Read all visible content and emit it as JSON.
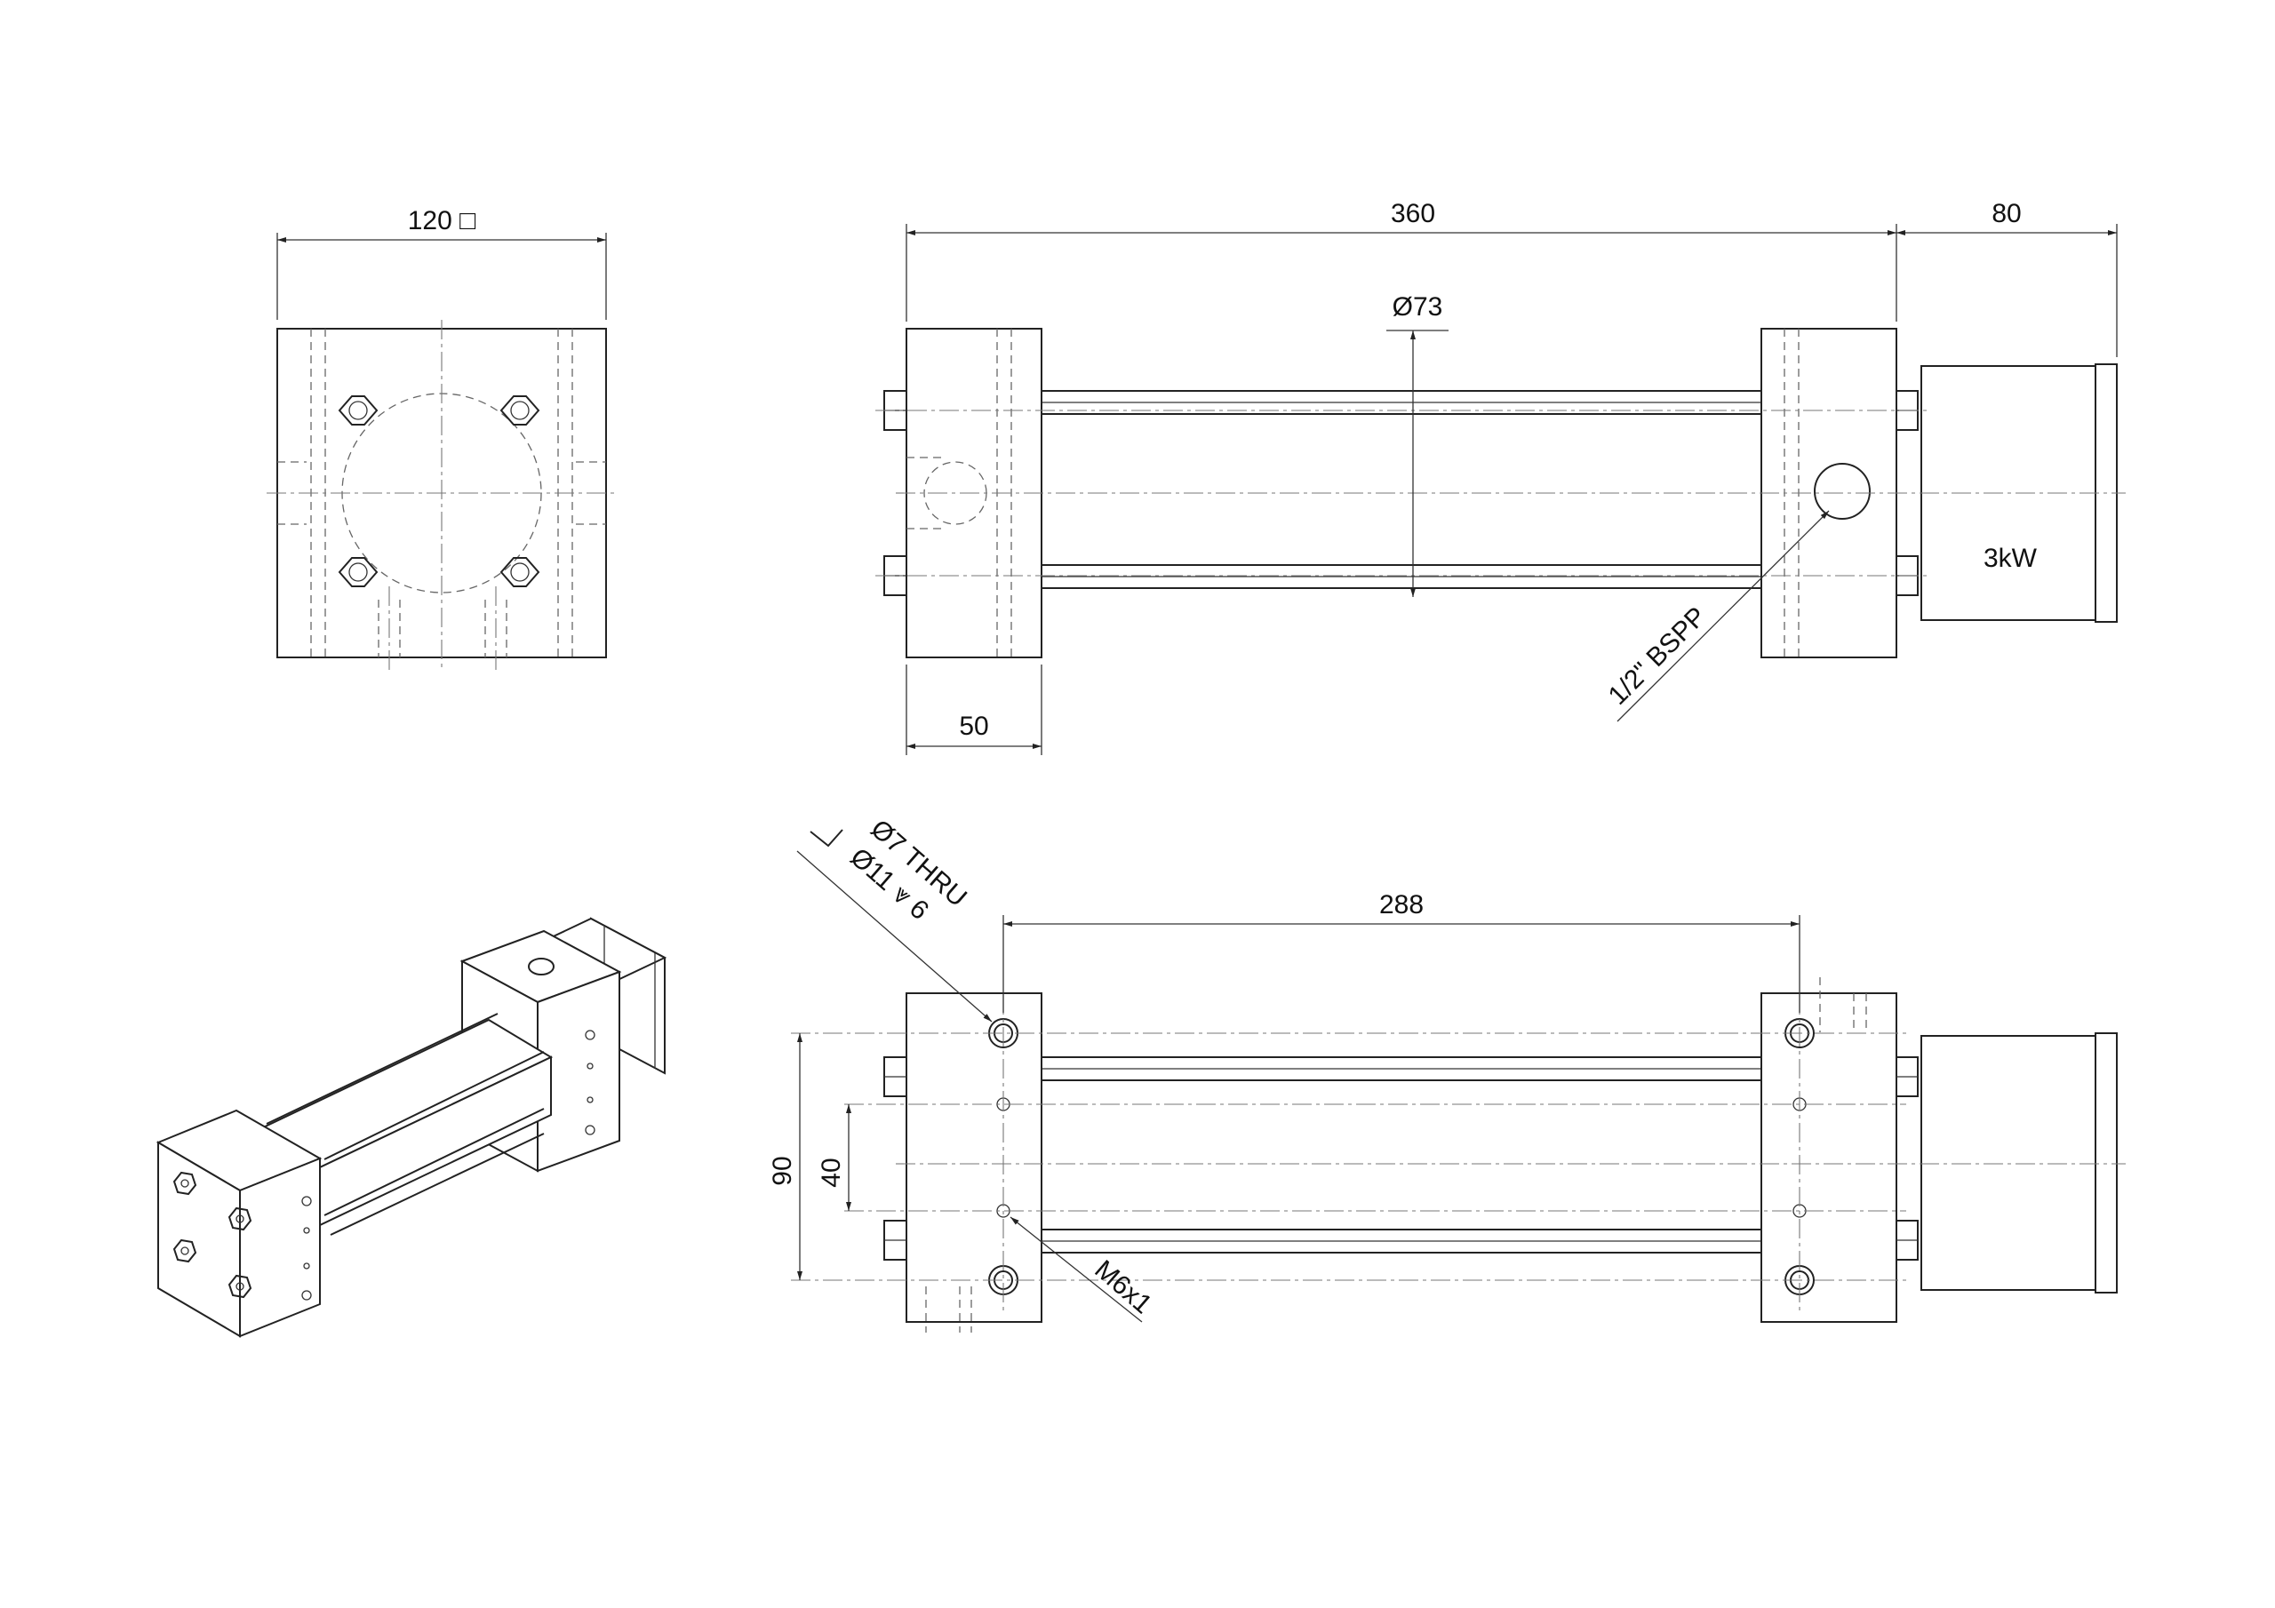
{
  "drawing": {
    "dimensions": {
      "top_view_width": "120 □",
      "overall_length": "360",
      "motor_length": "80",
      "barrel_diameter": "Ø73",
      "end_block_width": "50",
      "hole_spacing_length": "288",
      "hole_spacing_outer": "90",
      "hole_spacing_inner": "40"
    },
    "callouts": {
      "port": "1/2\" BSPP",
      "motor_power": "3kW",
      "counterbore_line1": "Ø7 THRU",
      "counterbore_line2": "Ø11 ⩔ 6",
      "tapped_hole": "M6x1"
    }
  }
}
